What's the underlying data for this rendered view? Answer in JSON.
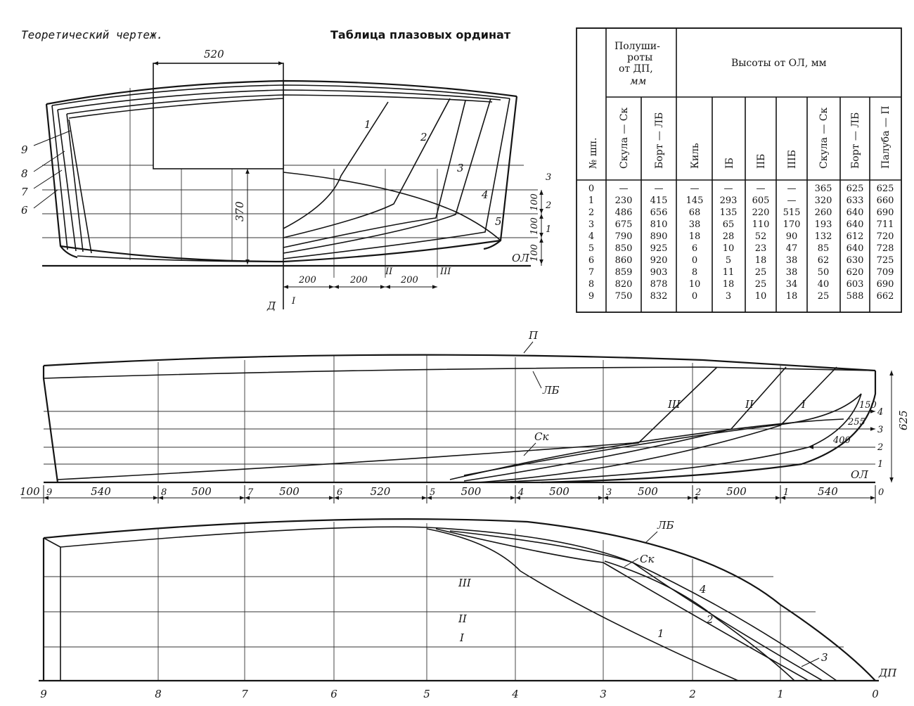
{
  "titles": {
    "drawing": "Теоретический чертеж.",
    "table": "Таблица плазовых ординат"
  },
  "table": {
    "col_station": "№ шп.",
    "group_halfbreadths": [
      "Полуши-",
      "роты",
      "от ДП,",
      "мм"
    ],
    "group_heights": "Высоты от ОЛ, мм",
    "columns": [
      "Скула — Ск",
      "Борт — ЛБ",
      "Киль",
      "IБ",
      "IIБ",
      "IIIБ",
      "Скула — Ск",
      "Борт — ЛБ",
      "Палуба — П"
    ],
    "rows": [
      [
        "0",
        "—",
        "—",
        "—",
        "—",
        "—",
        "—",
        "365",
        "625",
        "625"
      ],
      [
        "1",
        "230",
        "415",
        "145",
        "293",
        "605",
        "—",
        "320",
        "633",
        "660"
      ],
      [
        "2",
        "486",
        "656",
        "68",
        "135",
        "220",
        "515",
        "260",
        "640",
        "690"
      ],
      [
        "3",
        "675",
        "810",
        "38",
        "65",
        "110",
        "170",
        "193",
        "640",
        "711"
      ],
      [
        "4",
        "790",
        "890",
        "18",
        "28",
        "52",
        "90",
        "132",
        "612",
        "720"
      ],
      [
        "5",
        "850",
        "925",
        "6",
        "10",
        "23",
        "47",
        "85",
        "640",
        "728"
      ],
      [
        "6",
        "860",
        "920",
        "0",
        "5",
        "18",
        "38",
        "62",
        "630",
        "725"
      ],
      [
        "7",
        "859",
        "903",
        "8",
        "11",
        "25",
        "38",
        "50",
        "620",
        "709"
      ],
      [
        "8",
        "820",
        "878",
        "10",
        "18",
        "25",
        "34",
        "40",
        "603",
        "690"
      ],
      [
        "9",
        "750",
        "832",
        "0",
        "3",
        "10",
        "18",
        "25",
        "588",
        "662"
      ]
    ]
  },
  "body_plan": {
    "dim_top": "520",
    "dim_height": "370",
    "dims_right": [
      "100",
      "100",
      "100"
    ],
    "dims_bottom": [
      "200",
      "200",
      "200"
    ],
    "buttock_marks": [
      "I",
      "II",
      "III"
    ],
    "waterline_marks": [
      "1",
      "2",
      "3"
    ],
    "section_labels_fwd": [
      "1",
      "2",
      "3",
      "4",
      "5"
    ],
    "section_labels_aft": [
      "9",
      "8",
      "7",
      "6"
    ],
    "baseline_label": "ОЛ",
    "centerline_label": "Д"
  },
  "profile": {
    "deck_label": "П",
    "sheer_label": "ЛБ",
    "chine_label": "Ск",
    "buttock_labels": [
      "III",
      "II",
      "I"
    ],
    "waterline_labels": [
      "4",
      "3",
      "2",
      "1",
      "ОЛ"
    ],
    "dims_stem": [
      "150",
      "255",
      "400"
    ],
    "dim_height": "625",
    "aft_overhang": "100",
    "stations": [
      "9",
      "8",
      "7",
      "6",
      "5",
      "4",
      "3",
      "2",
      "1",
      "0"
    ],
    "spacings": [
      "540",
      "500",
      "500",
      "520",
      "500",
      "500",
      "500",
      "500",
      "540"
    ]
  },
  "plan": {
    "sheer_label": "ЛБ",
    "chine_label": "Ск",
    "buttock_labels": [
      "III",
      "II",
      "I"
    ],
    "waterline_labels": [
      "4",
      "2",
      "1",
      "3"
    ],
    "centerline_label": "ДП",
    "stations": [
      "9",
      "8",
      "7",
      "6",
      "5",
      "4",
      "3",
      "2",
      "1",
      "0"
    ]
  }
}
